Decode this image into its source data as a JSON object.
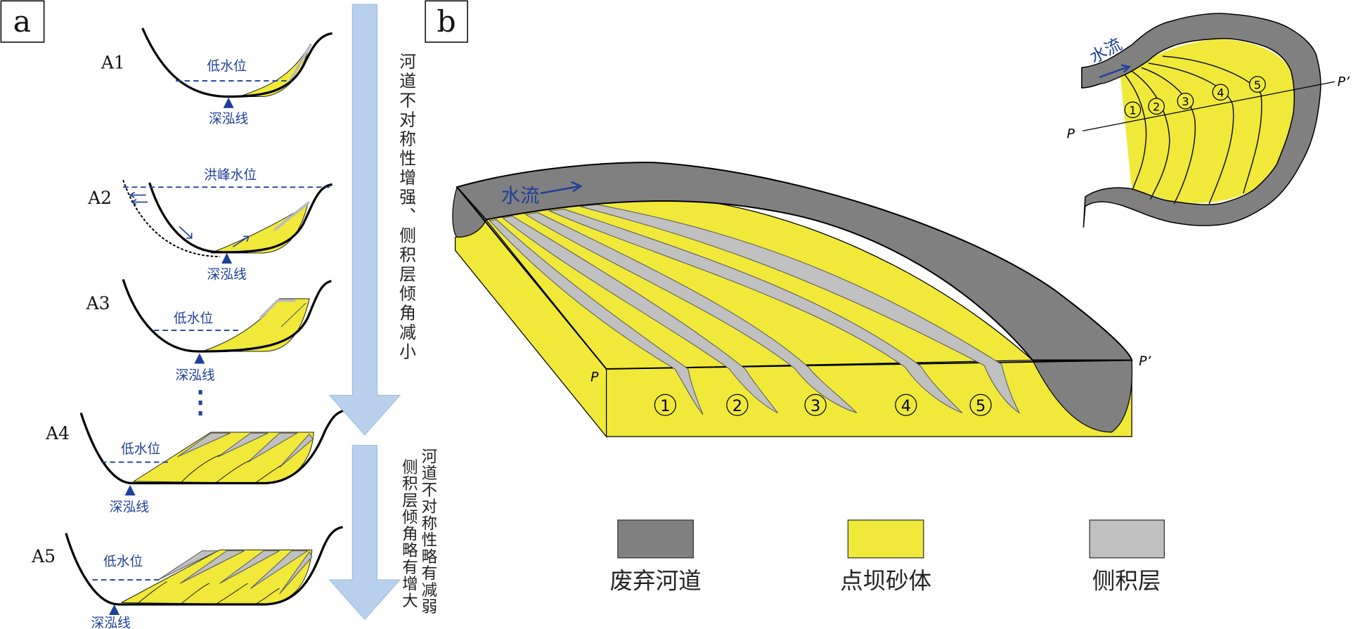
{
  "panel_a": {
    "label": "a",
    "sections": [
      {
        "id": "A1",
        "water_label": "低水位",
        "thalweg_label": "深泓线"
      },
      {
        "id": "A2",
        "water_label": "洪峰水位",
        "thalweg_label": "深泓线"
      },
      {
        "id": "A3",
        "water_label": "低水位",
        "thalweg_label": "深泓线"
      },
      {
        "id": "A4",
        "water_label": "低水位",
        "thalweg_label": "深泓线"
      },
      {
        "id": "A5",
        "water_label": "低水位",
        "thalweg_label": "深泓线"
      }
    ],
    "arrow1_text": "河道不对称性增强、侧积层倾角减小",
    "arrow2_text_right": "河道不对称性略有减弱",
    "arrow2_text_left": "侧积层倾角略有增大"
  },
  "panel_b": {
    "label": "b",
    "flow_label": "水流",
    "section_start": "P",
    "section_end": "P’",
    "accretion_numbers": [
      "1",
      "2",
      "3",
      "4",
      "5"
    ],
    "inset": {
      "flow_label": "水流",
      "section_start": "P",
      "section_end": "P’",
      "accretion_numbers": [
        "1",
        "2",
        "3",
        "4",
        "5"
      ]
    }
  },
  "legend": [
    {
      "label": "废弃河道",
      "color": "#808080"
    },
    {
      "label": "点坝砂体",
      "color": "#f0e93a"
    },
    {
      "label": "侧积层",
      "color": "#c0c0c0"
    }
  ]
}
